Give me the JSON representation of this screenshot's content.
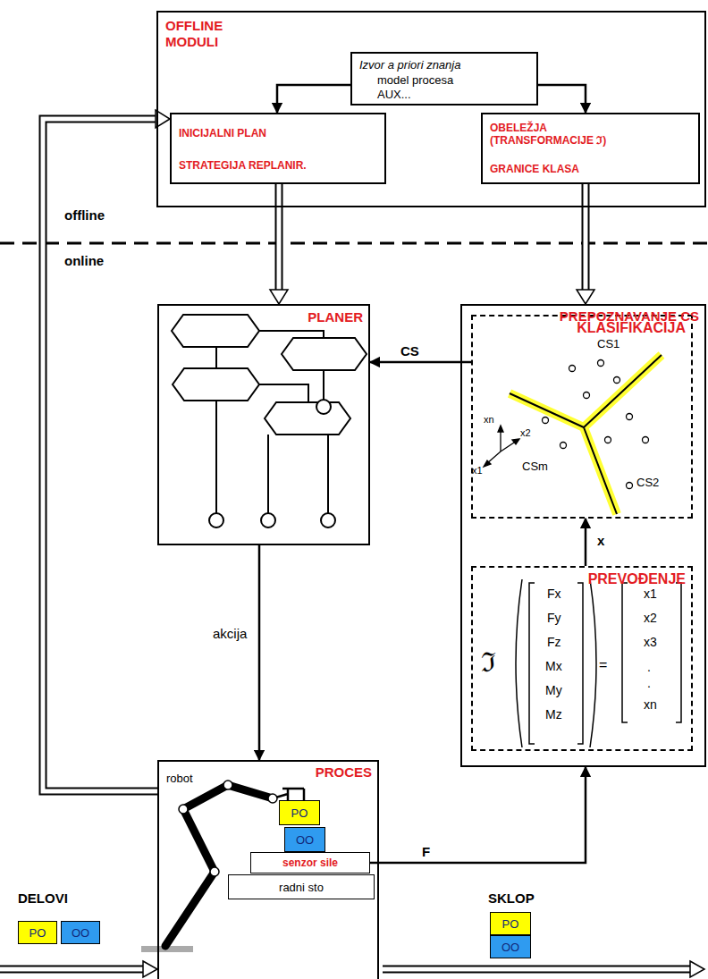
{
  "diagram": {
    "nodes": [
      {
        "text": [
          "OFFLINE MODULI"
        ]
      },
      {
        "text": [
          "Izvor a priori znanja",
          "model procesa AUX..."
        ],
        "in": 0
      },
      {
        "text": [
          "INICIJALNI PLAN",
          "STRATEGIJA REPLANIR."
        ],
        "in": 0
      },
      {
        "text": [
          "OBELEŽJA (TRANSFORMACIJE ℑ)",
          "GRANICE KLASA"
        ],
        "in": 0
      },
      {
        "text": [
          "PLANER"
        ]
      },
      {
        "text": [
          "PREPOZNAVANJE CS"
        ]
      },
      {
        "text": [
          "KLASIFIKACIJA"
        ],
        "in": 5
      },
      {
        "text": [
          "PREVOĐENJE"
        ],
        "in": 5
      },
      {
        "text": [
          "PROCES"
        ]
      },
      {
        "text": [
          "senzor sile"
        ],
        "in": 8
      },
      {
        "text": [
          "radni sto"
        ],
        "in": 8
      },
      {
        "text": [
          "PO"
        ],
        "in": 8
      },
      {
        "text": [
          "OO"
        ],
        "in": 8
      },
      {
        "text": [
          "PO"
        ]
      },
      {
        "text": [
          "OO"
        ]
      },
      {
        "text": [
          "PO"
        ]
      },
      {
        "text": [
          "OO"
        ]
      }
    ],
    "edges": [
      {
        "from": 1,
        "to": 2,
        "arrow": "to"
      },
      {
        "from": 1,
        "to": 3,
        "arrow": "to"
      },
      {
        "from": 2,
        "to": 4,
        "arrow": "to"
      },
      {
        "from": 3,
        "to": 5,
        "arrow": "to"
      },
      {
        "from": 6,
        "to": 4,
        "label": "CS",
        "arrow": "to"
      },
      {
        "from": 4,
        "to": 8,
        "label": "akcija",
        "arrow": "to"
      },
      {
        "from": 9,
        "to": 5,
        "label": "F",
        "arrow": "to"
      },
      {
        "from": 7,
        "to": 6,
        "label": "x",
        "arrow": "to"
      },
      {
        "from": 8,
        "to": 2,
        "arrow": "to"
      }
    ],
    "labels": [
      "offline",
      "online",
      "CS1",
      "CS2",
      "CSm",
      "xn",
      "x2",
      "x1",
      "ℑ",
      "Fx",
      "Fy",
      "Fz",
      "Mx",
      "My",
      "Mz",
      "=",
      "x1",
      "x2",
      "x3",
      ".",
      ".",
      "xn",
      "robot",
      "DELOVI",
      "SKLOP"
    ]
  }
}
